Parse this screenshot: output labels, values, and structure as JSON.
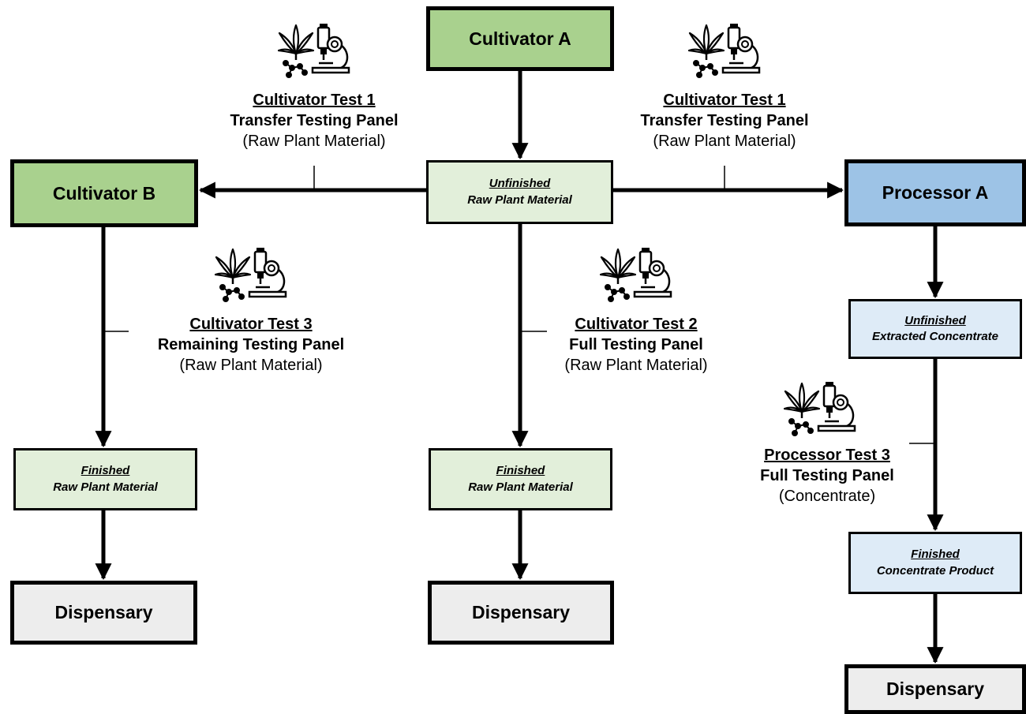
{
  "nodes": {
    "cultivator_a": "Cultivator A",
    "cultivator_b": "Cultivator B",
    "processor_a": "Processor A",
    "center_unfinished": {
      "status": "Unfinished",
      "material": "Raw Plant Material"
    },
    "left_finished": {
      "status": "Finished",
      "material": "Raw Plant Material"
    },
    "center_finished": {
      "status": "Finished",
      "material": "Raw Plant Material"
    },
    "right_unfinished": {
      "status": "Unfinished",
      "material": "Extracted Concentrate"
    },
    "right_finished": {
      "status": "Finished",
      "material": "Concentrate Product"
    },
    "dispensary_left": "Dispensary",
    "dispensary_center": "Dispensary",
    "dispensary_right": "Dispensary"
  },
  "tests": {
    "left_transfer": {
      "name": "Cultivator Test 1",
      "panel": "Transfer Testing Panel",
      "material": "(Raw Plant Material)"
    },
    "right_transfer": {
      "name": "Cultivator Test 1",
      "panel": "Transfer Testing Panel",
      "material": "(Raw Plant Material)"
    },
    "cultivator_test_3": {
      "name": "Cultivator Test 3",
      "panel": "Remaining Testing Panel",
      "material": "(Raw Plant Material)"
    },
    "cultivator_test_2": {
      "name": "Cultivator Test 2",
      "panel": "Full Testing Panel",
      "material": "(Raw Plant Material)"
    },
    "processor_test_3": {
      "name": "Processor Test 3",
      "panel": "Full Testing Panel",
      "material": "(Concentrate)"
    }
  },
  "icons": {
    "lab_test": "cannabis-leaf-microscope-icon"
  }
}
